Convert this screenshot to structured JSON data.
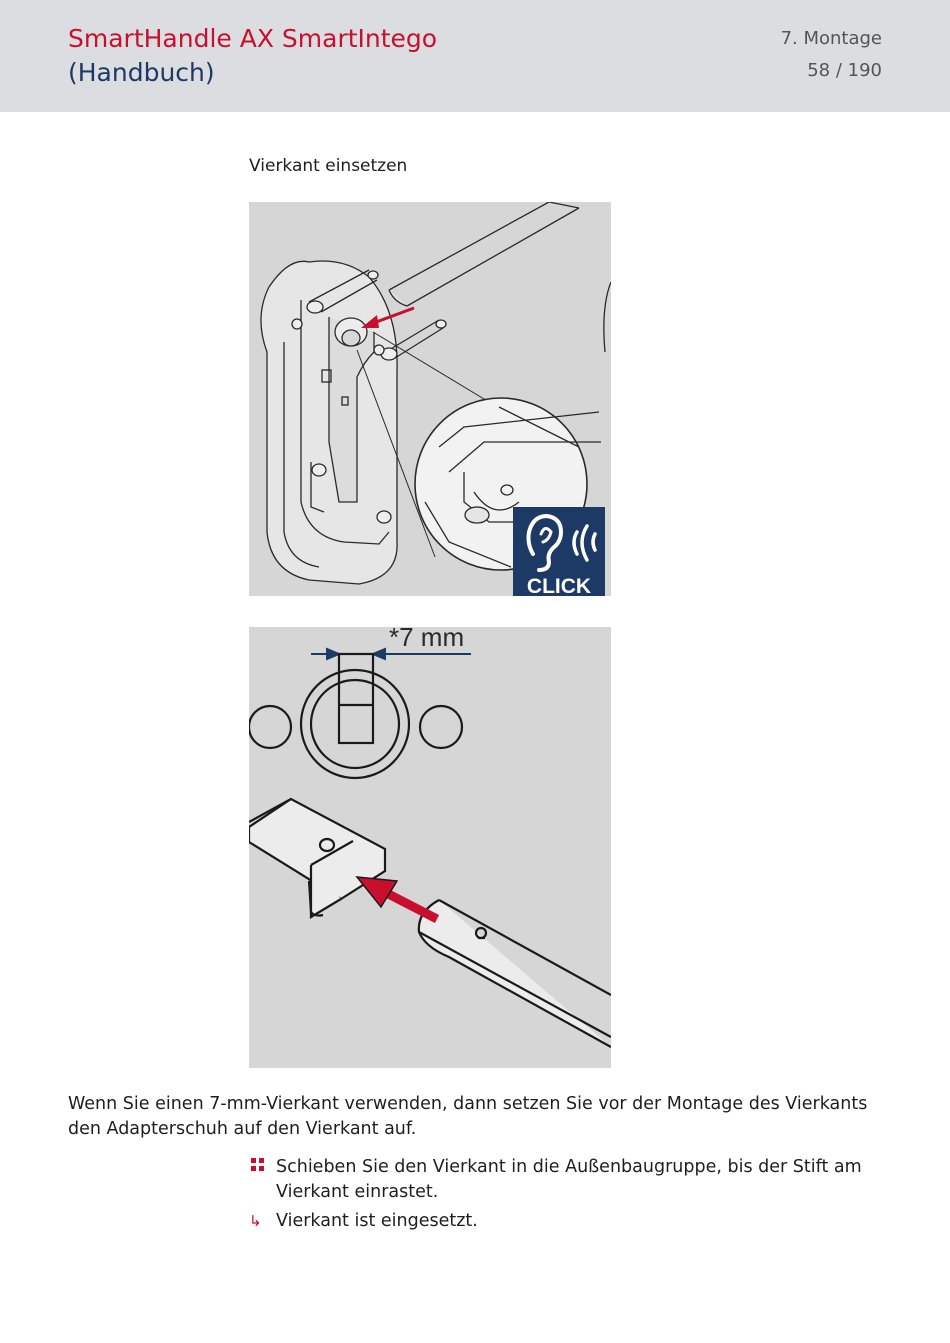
{
  "header": {
    "title_line1": "SmartHandle AX SmartIntego",
    "title_line2": "(Handbuch)",
    "chapter": "7. Montage",
    "page": "58 / 190"
  },
  "section": {
    "heading": "Vierkant einsetzen"
  },
  "figure1": {
    "click_label": "CLICK",
    "icons": [
      "ear-icon",
      "sound-waves-icon"
    ]
  },
  "figure2": {
    "dimension_label": "*7 mm"
  },
  "body": {
    "paragraph": "Wenn Sie einen 7-mm-Vierkant verwenden, dann setzen Sie vor der Montage des Vierkants den Adapterschuh auf den Vierkant auf.",
    "step": "Schieben Sie den Vierkant in die Außenbaugruppe, bis der Stift am Vierkant einrastet.",
    "result": "Vierkant ist eingesetzt."
  },
  "colors": {
    "brand_red": "#c8102e",
    "brand_navy": "#1d3a66",
    "header_bg": "#dcdde0",
    "figure_bg": "#d6d6d6"
  }
}
